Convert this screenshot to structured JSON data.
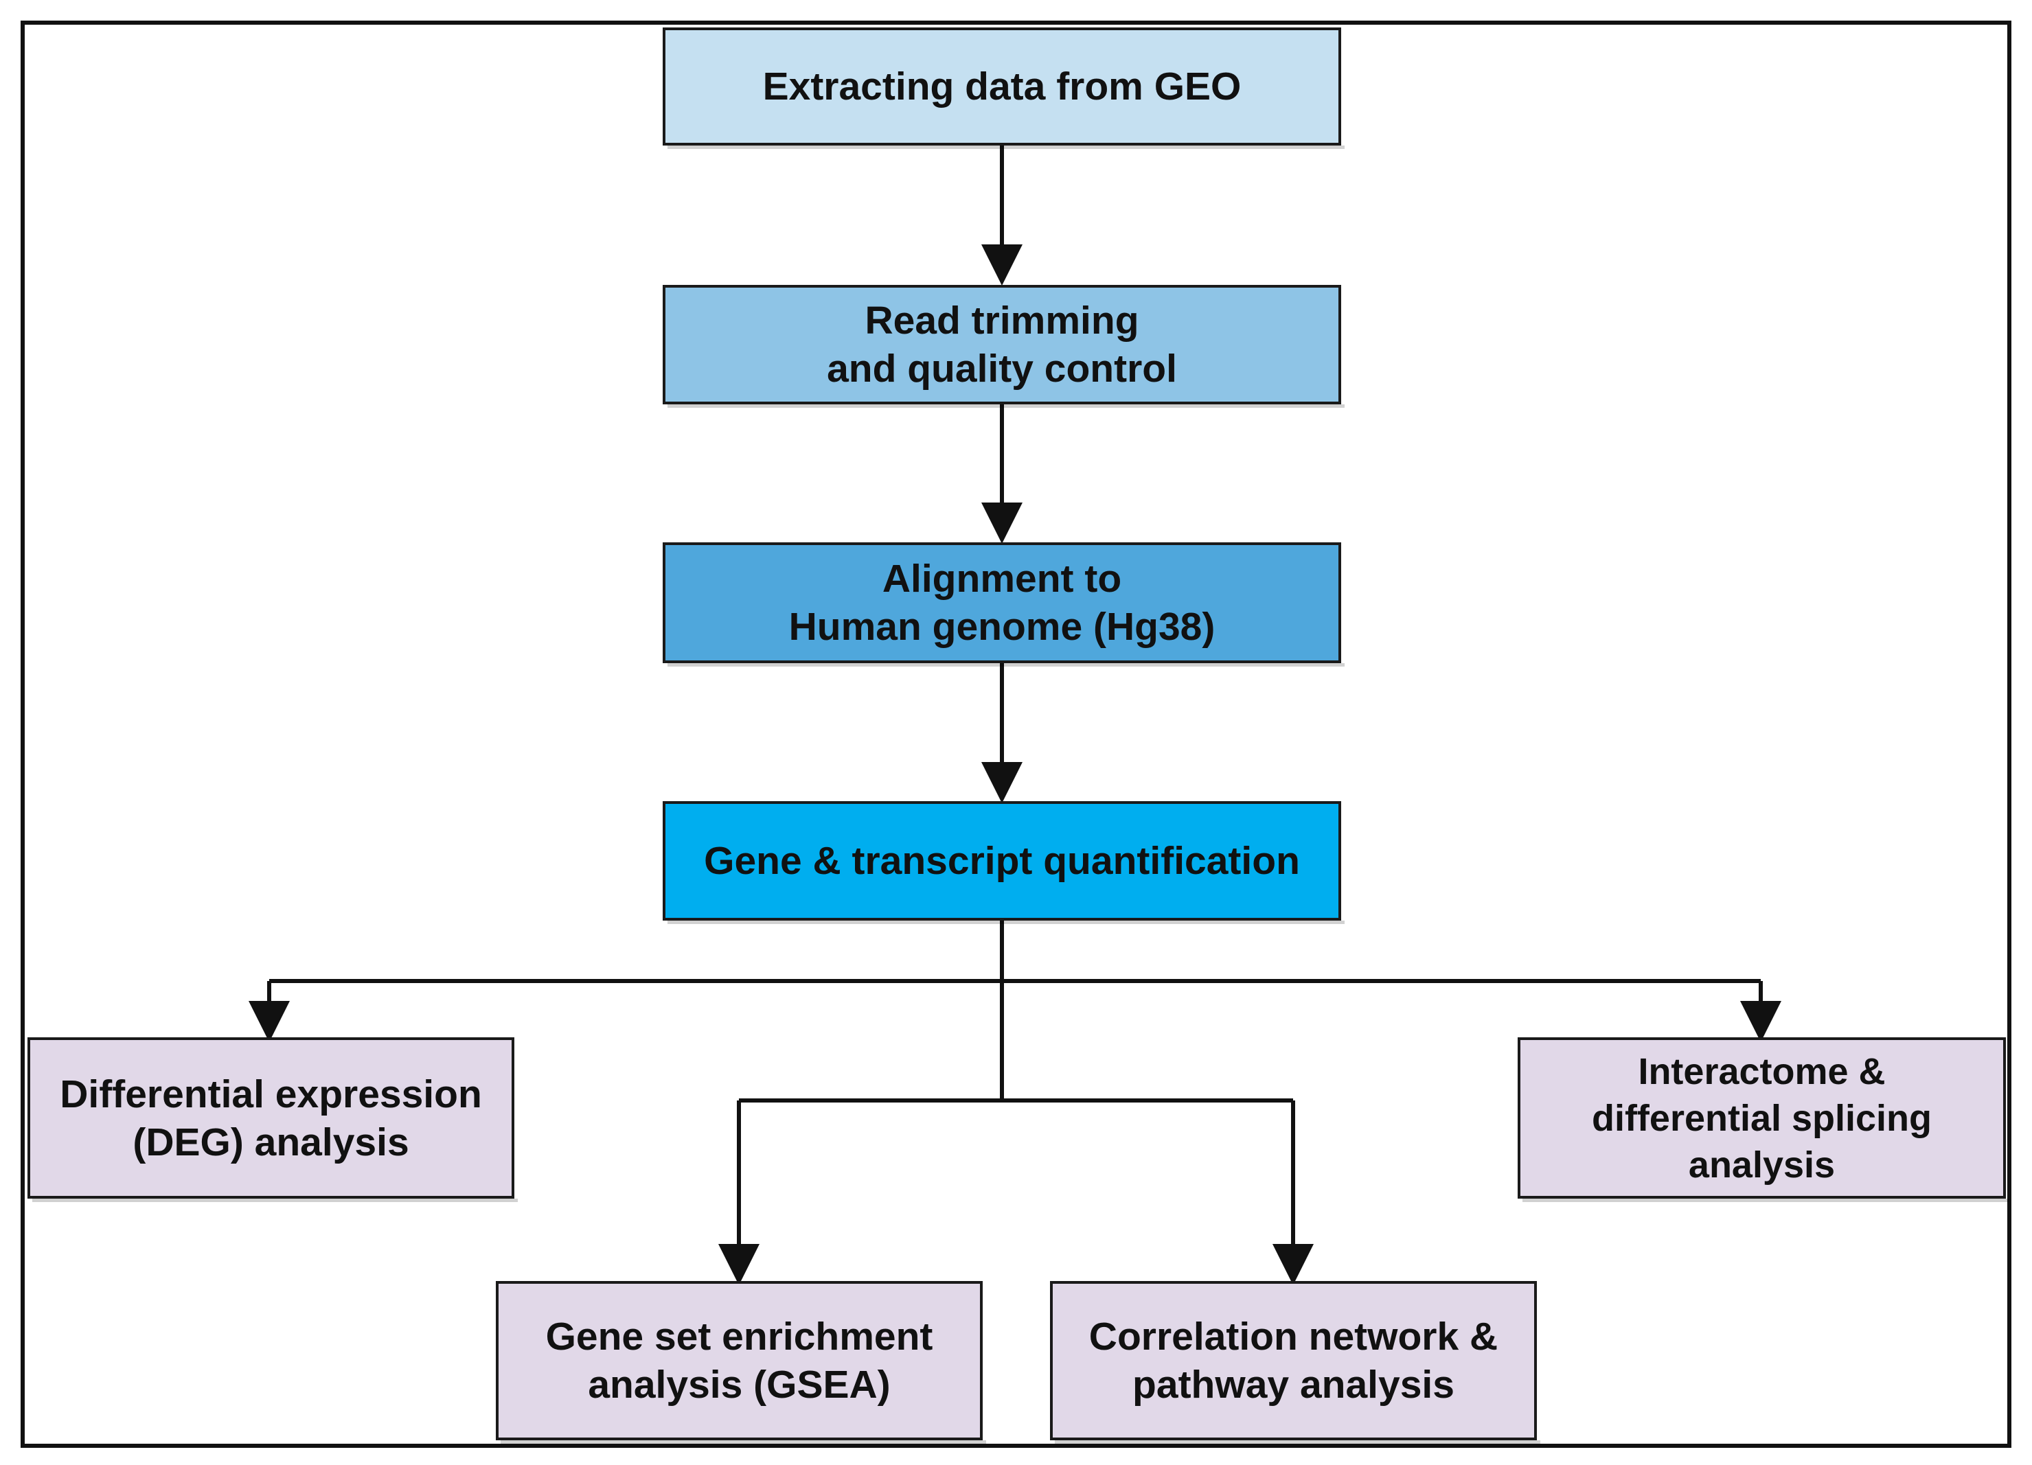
{
  "colors": {
    "frame": "#111111",
    "connector": "#111111",
    "step_1": "#c5e0f1",
    "step_2": "#8ec4e6",
    "step_3": "#4fa7dc",
    "step_4": "#00aeef",
    "analysis": "#e1d8e8"
  },
  "nodes": {
    "extract_geo": {
      "label": "Extracting data from GEO"
    },
    "read_trimming": {
      "label": "Read trimming\nand quality control"
    },
    "alignment": {
      "label": "Alignment to\nHuman genome (Hg38)"
    },
    "quantification": {
      "label": "Gene & transcript quantification"
    },
    "deg": {
      "label": "Differential expression\n(DEG) analysis"
    },
    "interactome": {
      "label": "Interactome &\ndifferential splicing\nanalysis"
    },
    "gsea": {
      "label": "Gene set enrichment\nanalysis (GSEA)"
    },
    "correlation": {
      "label": "Correlation network &\npathway analysis"
    }
  }
}
